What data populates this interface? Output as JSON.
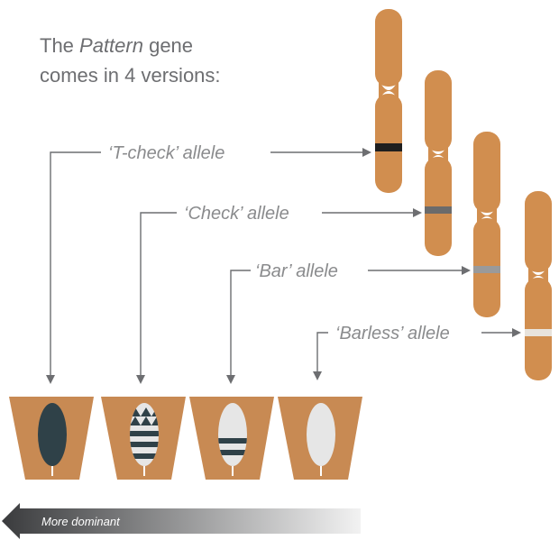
{
  "heading": {
    "line1_prefix": "The ",
    "line1_italic": "Pattern",
    "line1_suffix": " gene",
    "line2": "comes in 4 versions:"
  },
  "alleles": [
    {
      "label": "‘T-check’ allele",
      "band_color": "#1f1f1f"
    },
    {
      "label": "‘Check’ allele",
      "band_color": "#6b6b6b"
    },
    {
      "label": "‘Bar’ allele",
      "band_color": "#9a9a9a"
    },
    {
      "label": "‘Barless’ allele",
      "band_color": "#e8e3dc"
    }
  ],
  "feathers": [
    {
      "name": "t-check-feather",
      "pattern": "solid"
    },
    {
      "name": "check-feather",
      "pattern": "check"
    },
    {
      "name": "bar-feather",
      "pattern": "bar"
    },
    {
      "name": "barless-feather",
      "pattern": "barless"
    }
  ],
  "dominance_arrow": {
    "label": "More dominant",
    "gradient_start": "#3a3b3d",
    "gradient_end": "#f2f2f2"
  },
  "colors": {
    "chromosome": "#d18e4f",
    "card": "#c88a53",
    "feather_dark": "#2f4148",
    "feather_light": "#e6e6e6"
  }
}
